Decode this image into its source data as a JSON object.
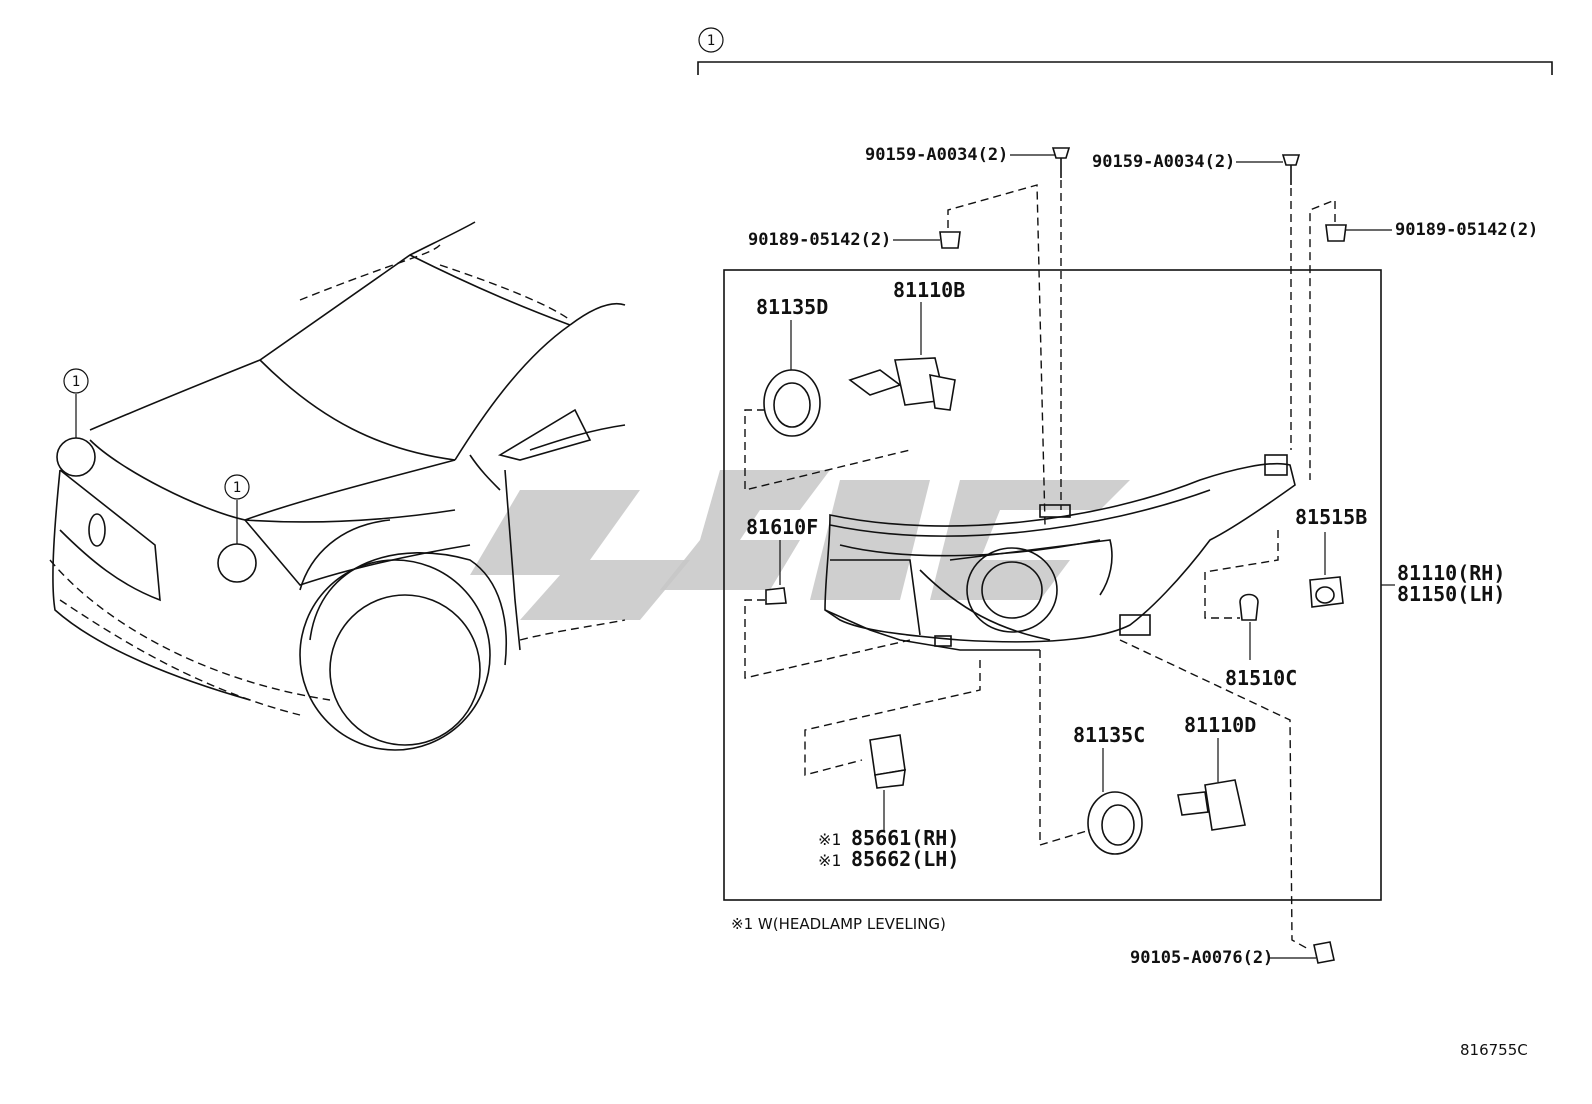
{
  "diagram": {
    "callout_number": "1",
    "footnote": "※1 W(HEADLAMP LEVELING)",
    "diagram_code": "816755C",
    "parts": {
      "bolt_left": "90159-A0034(2)",
      "bolt_right": "90159-A0034(2)",
      "clip_left": "90189-05142(2)",
      "clip_right": "90189-05142(2)",
      "cover_top": "81135D",
      "bulb_high": "81110B",
      "socket_side": "81610F",
      "socket_right": "81515B",
      "bulb_small": "81510C",
      "assy_rh": "81110(RH)",
      "assy_lh": "81150(LH)",
      "cover_bottom": "81135C",
      "bulb_low": "81110D",
      "actuator_rh": "85661(RH)",
      "actuator_lh": "85662(LH)",
      "actuator_mark": "※1",
      "screw_bottom": "90105-A0076(2)"
    }
  }
}
